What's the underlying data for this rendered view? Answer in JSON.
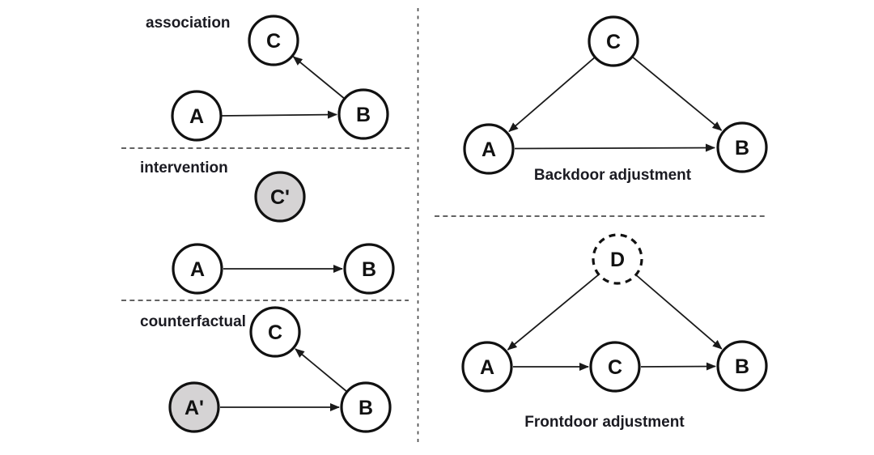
{
  "figure_type": "causal-graph-diagrams",
  "colors": {
    "background": "#ffffff",
    "ink": "#111111",
    "node_fill": "#ffffff",
    "node_fill_shaded": "#d5d3d4",
    "divider_gray": "#4d4d4d",
    "label_text": "#1b1b22"
  },
  "left": {
    "sections": [
      {
        "title": "association",
        "nodes": [
          {
            "label": "C",
            "shaded": false
          },
          {
            "label": "A",
            "shaded": false
          },
          {
            "label": "B",
            "shaded": false
          }
        ],
        "edges": [
          "A→B",
          "B→C"
        ]
      },
      {
        "title": "intervention",
        "nodes": [
          {
            "label": "C'",
            "shaded": true
          },
          {
            "label": "A",
            "shaded": false
          },
          {
            "label": "B",
            "shaded": false
          }
        ],
        "edges": [
          "A→B"
        ]
      },
      {
        "title": "counterfactual",
        "nodes": [
          {
            "label": "C",
            "shaded": false
          },
          {
            "label": "A'",
            "shaded": true
          },
          {
            "label": "B",
            "shaded": false
          }
        ],
        "edges": [
          "A'→B",
          "B→C"
        ]
      }
    ]
  },
  "right": {
    "sections": [
      {
        "caption": "Backdoor adjustment",
        "nodes": [
          {
            "label": "C",
            "shaded": false
          },
          {
            "label": "A",
            "shaded": false
          },
          {
            "label": "B",
            "shaded": false
          }
        ],
        "edges": [
          "C→A",
          "C→B",
          "A→B"
        ]
      },
      {
        "caption": "Frontdoor adjustment",
        "nodes": [
          {
            "label": "D",
            "dashed": true
          },
          {
            "label": "A",
            "shaded": false
          },
          {
            "label": "C",
            "shaded": false
          },
          {
            "label": "B",
            "shaded": false
          }
        ],
        "edges": [
          "D→A",
          "D→B",
          "A→C",
          "C→B"
        ]
      }
    ]
  }
}
